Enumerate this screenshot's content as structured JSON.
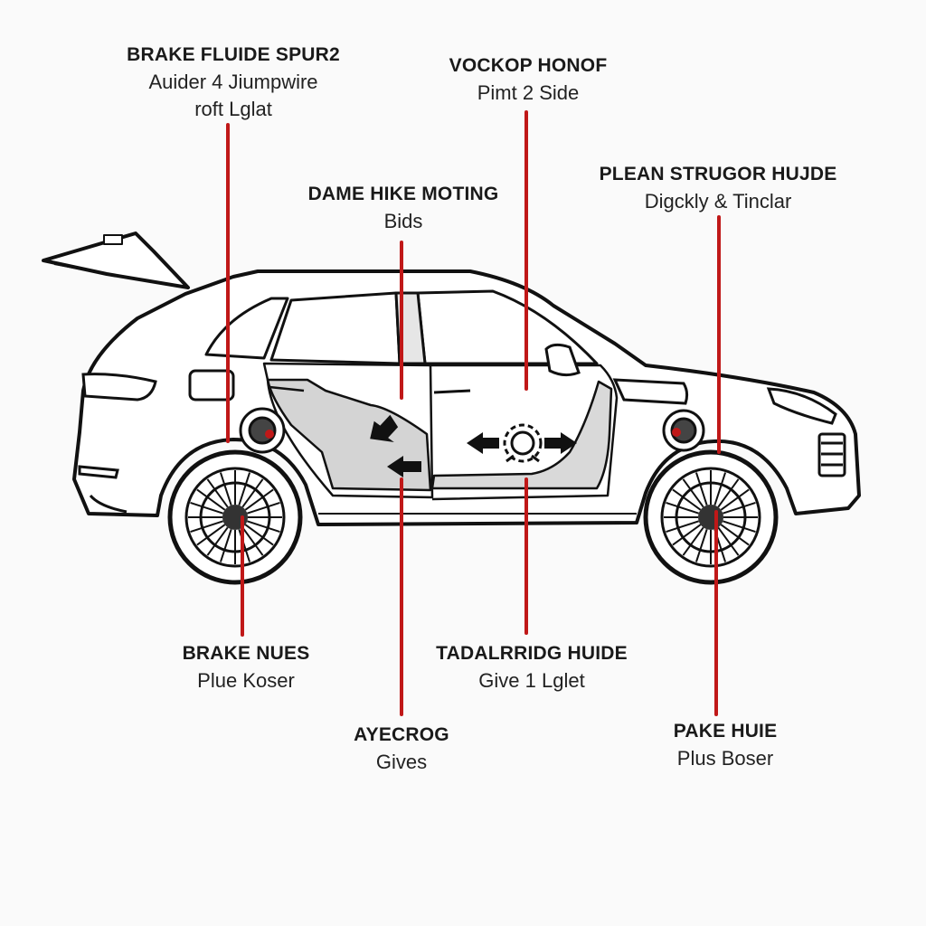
{
  "colors": {
    "leader_line": "#c01818",
    "outline": "#111111",
    "panel_shade": "#d6d6d6",
    "background": "#fafafa"
  },
  "callouts": [
    {
      "id": "brake-fluid-spur",
      "title": "BRAKE FLUIDE SPUR2",
      "lines": [
        "Auider 4 Jiumpwire",
        "roft Lglat"
      ]
    },
    {
      "id": "vockop-honof",
      "title": "VOCKOP HONOF",
      "lines": [
        "Pimt 2 Side"
      ]
    },
    {
      "id": "plean-strugor",
      "title": "PLEAN STRUGOR HUJDE",
      "lines": [
        "Digckly & Tinclar"
      ]
    },
    {
      "id": "dame-hike",
      "title": "DAME HIKE MOTING",
      "lines": [
        "Bids"
      ]
    },
    {
      "id": "brake-nues",
      "title": "BRAKE NUES",
      "lines": [
        "Plue Koser"
      ]
    },
    {
      "id": "tadalrridg",
      "title": "TADALRRIDG HUIDE",
      "lines": [
        "Give 1 Lglet"
      ]
    },
    {
      "id": "ayecrog",
      "title": "AYECROG",
      "lines": [
        "Gives"
      ]
    },
    {
      "id": "pake-huie",
      "title": "PAKE HUIE",
      "lines": [
        "Plus Boser"
      ]
    }
  ],
  "icons": [
    "rear-brake-icon",
    "front-brake-icon",
    "arrow-right-icon",
    "arrow-left-icon",
    "gear-icon"
  ]
}
